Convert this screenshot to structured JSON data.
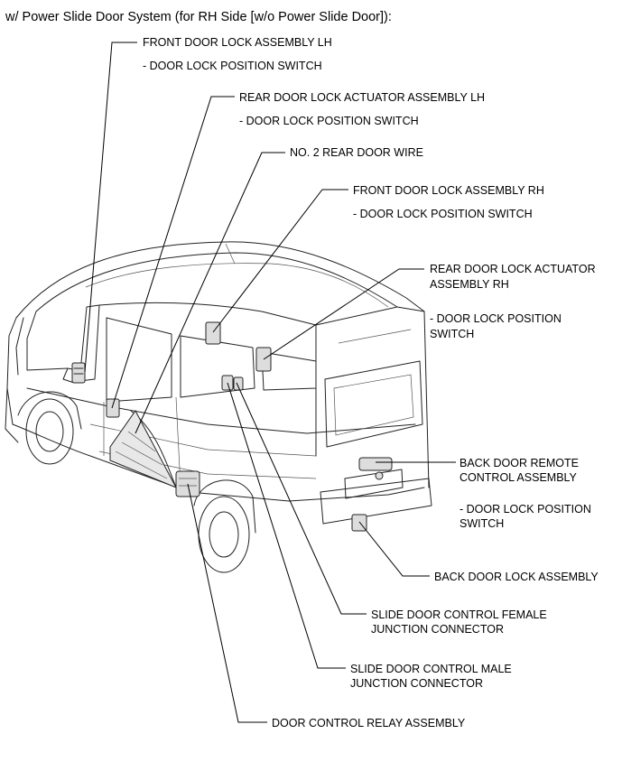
{
  "title": "w/ Power Slide Door System (for RH Side [w/o Power Slide Door]):",
  "labels": {
    "front_lh": "FRONT DOOR LOCK ASSEMBLY LH",
    "front_lh_sub": "- DOOR LOCK POSITION SWITCH",
    "rear_lh": "REAR DOOR LOCK ACTUATOR ASSEMBLY LH",
    "rear_lh_sub": "- DOOR LOCK POSITION SWITCH",
    "no2_wire": "NO. 2 REAR DOOR WIRE",
    "front_rh": "FRONT DOOR LOCK ASSEMBLY RH",
    "front_rh_sub": "- DOOR LOCK POSITION SWITCH",
    "rear_rh_line1": "REAR DOOR LOCK ACTUATOR",
    "rear_rh_line2": "ASSEMBLY RH",
    "rear_rh_sub1": "- DOOR LOCK POSITION",
    "rear_rh_sub2": "SWITCH",
    "back_remote_line1": "BACK DOOR REMOTE",
    "back_remote_line2": "CONTROL ASSEMBLY",
    "back_remote_sub1": "- DOOR LOCK POSITION",
    "back_remote_sub2": "SWITCH",
    "back_lock": "BACK DOOR LOCK ASSEMBLY",
    "female_line1": "SLIDE DOOR CONTROL FEMALE",
    "female_line2": "JUNCTION CONNECTOR",
    "male_line1": "SLIDE DOOR CONTROL MALE",
    "male_line2": "JUNCTION CONNECTOR",
    "relay": "DOOR CONTROL RELAY ASSEMBLY"
  }
}
